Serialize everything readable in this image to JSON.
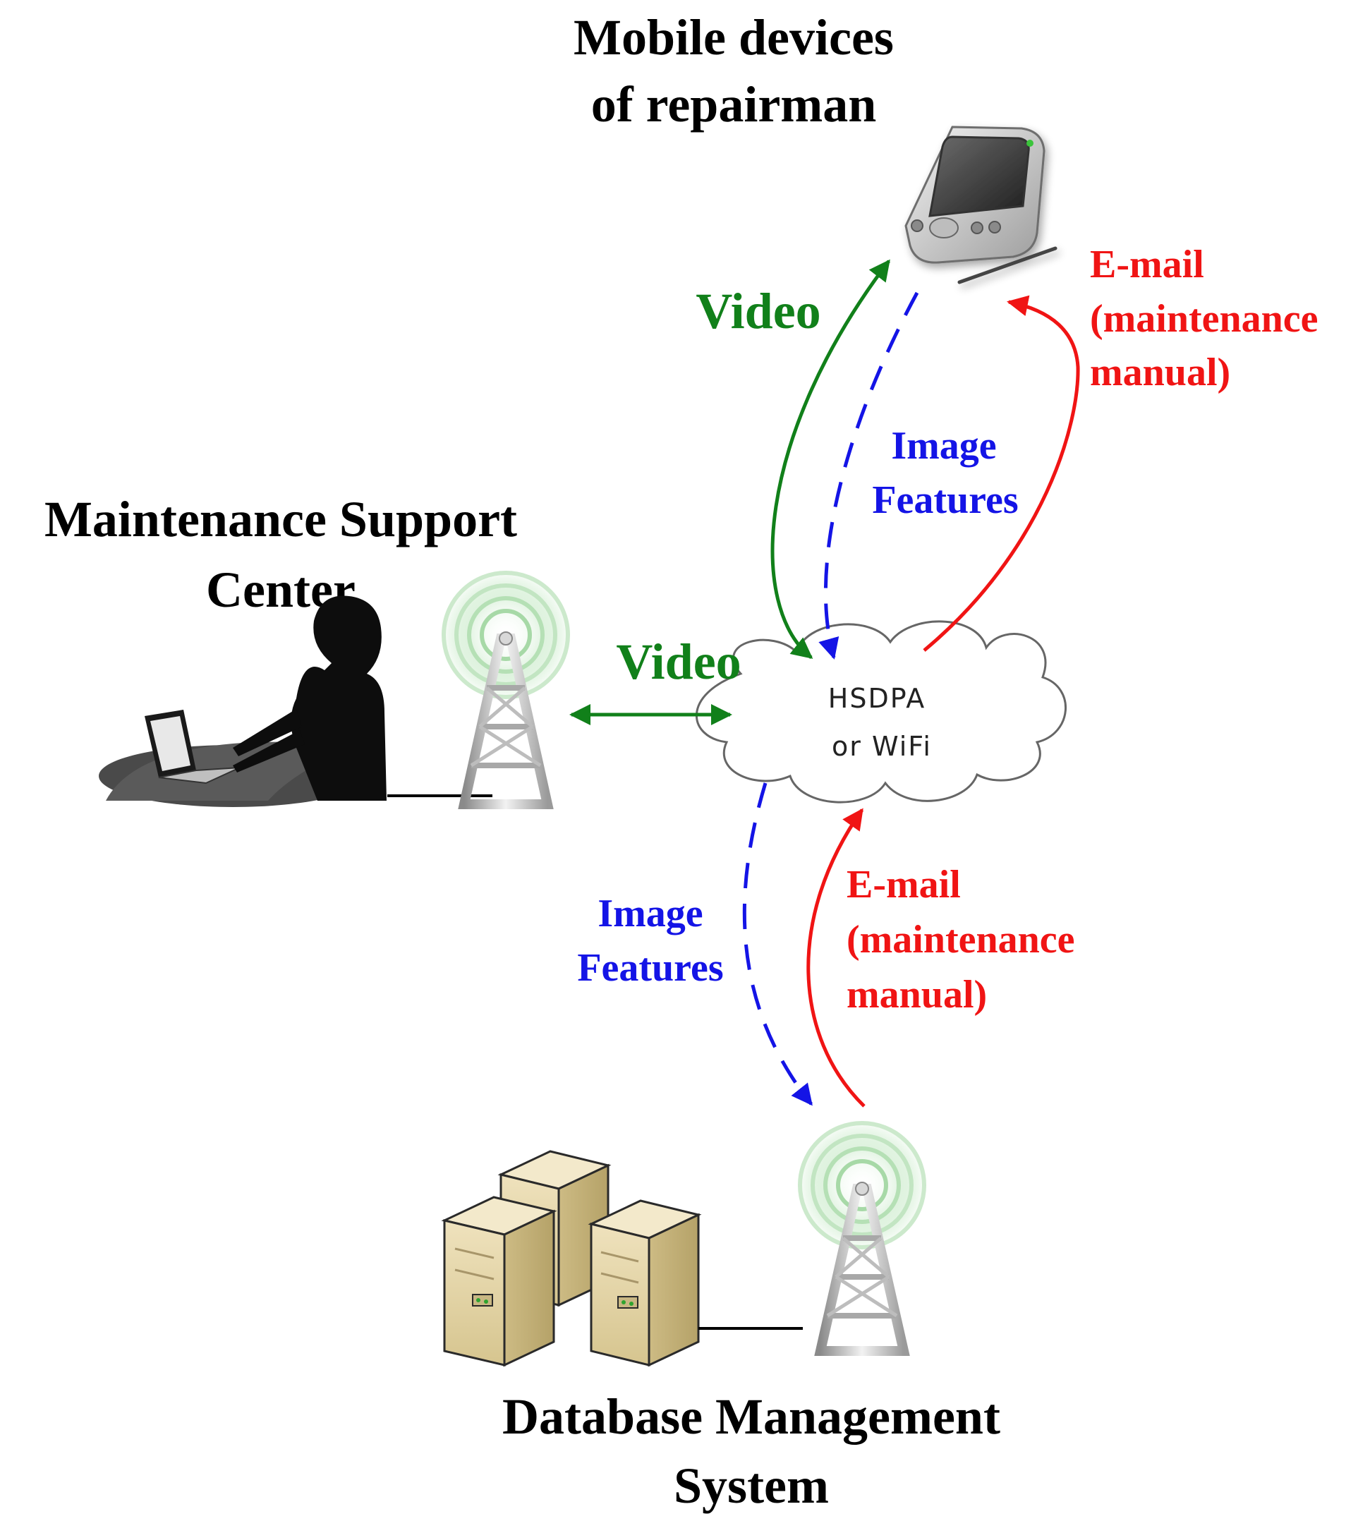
{
  "titles": {
    "mobile_line1": "Mobile devices",
    "mobile_line2": "of repairman",
    "support_line1": "Maintenance Support",
    "support_line2": "Center",
    "database_line1": "Database Management",
    "database_line2": "System"
  },
  "cloud": {
    "line1": "HSDPA",
    "line2": "or WiFi"
  },
  "labels": {
    "video_upper": "Video",
    "video_left": "Video",
    "image_features_upper_line1": "Image",
    "image_features_upper_line2": "Features",
    "email_upper_line1": "E-mail",
    "email_upper_line2": "(maintenance",
    "email_upper_line3": "manual)",
    "image_features_lower_line1": "Image",
    "image_features_lower_line2": "Features",
    "email_lower_line1": "E-mail",
    "email_lower_line2": "(maintenance",
    "email_lower_line3": "manual)"
  },
  "colors": {
    "video": "#11801a",
    "image_features": "#1414e6",
    "email": "#f01414",
    "text": "#000000"
  },
  "icons": {
    "pda": "pda-icon",
    "person": "person-at-laptop-icon",
    "tower": "radio-tower-icon",
    "servers": "server-rack-icon",
    "cloud": "cloud-icon"
  }
}
